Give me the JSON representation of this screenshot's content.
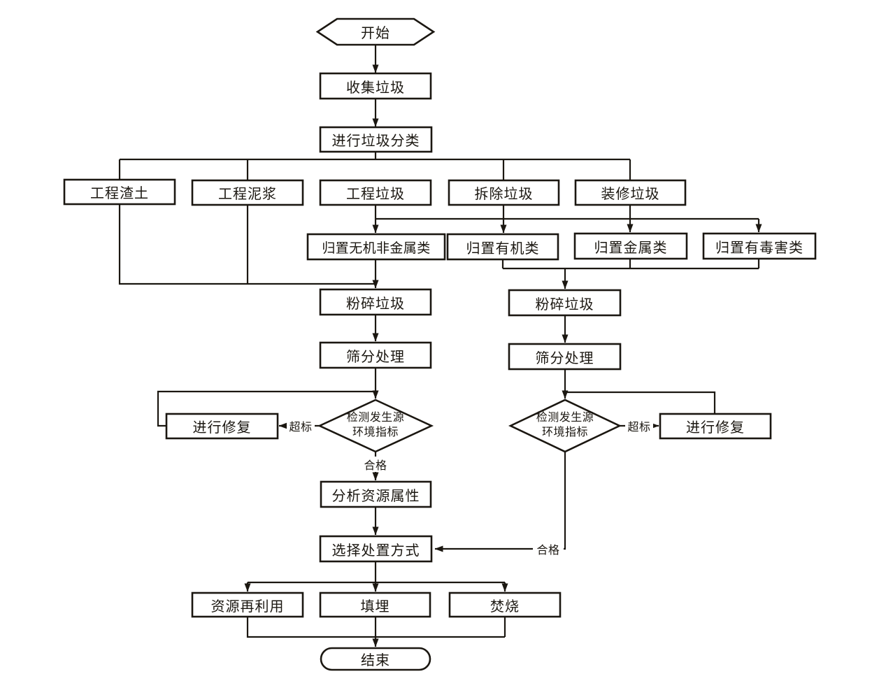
{
  "diagram": {
    "background": "#ffffff",
    "line_color": "#1b1711",
    "nodes": {
      "start": "开始",
      "collect": "收集垃圾",
      "classify": "进行垃圾分类",
      "cat_residue": "工程渣土",
      "cat_slurry": "工程泥浆",
      "cat_construction": "工程垃圾",
      "cat_demolition": "拆除垃圾",
      "cat_decoration": "装修垃圾",
      "sort_inorganic": "归置无机非金属类",
      "sort_organic": "归置有机类",
      "sort_metal": "归置金属类",
      "sort_toxic": "归置有毒害类",
      "crush_left": "粉碎垃圾",
      "crush_right": "粉碎垃圾",
      "screen_left": "筛分处理",
      "screen_right": "筛分处理",
      "check_left": "检测发生源\n环境指标",
      "check_right": "检测发生源\n环境指标",
      "repair_left": "进行修复",
      "repair_right": "进行修复",
      "analyze": "分析资源属性",
      "choose": "选择处置方式",
      "reuse": "资源再利用",
      "landfill": "填埋",
      "incinerate": "焚烧",
      "end": "结束"
    },
    "edge_labels": {
      "over_left": "超标",
      "over_right": "超标",
      "pass_left": "合格",
      "pass_right": "合格"
    }
  }
}
